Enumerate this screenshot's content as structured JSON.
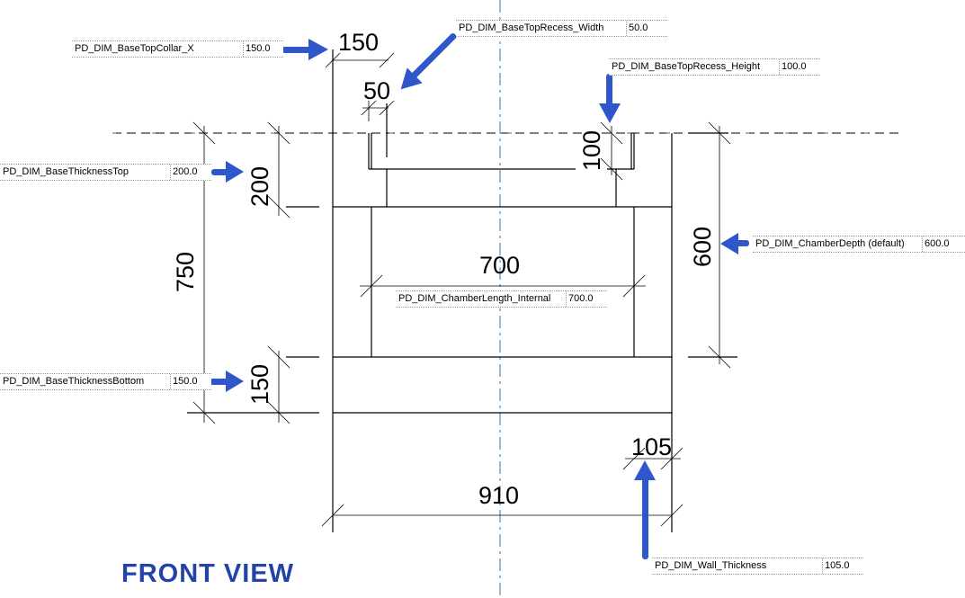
{
  "view_title": "FRONT VIEW",
  "dimensions": {
    "top_collar": "150",
    "recess_width": "50",
    "recess_height": "100",
    "thickness_top": "200",
    "overall_height": "750",
    "chamber_depth": "600",
    "chamber_length": "700",
    "thickness_bottom": "150",
    "wall_thickness": "105",
    "overall_length": "910"
  },
  "parameters": [
    {
      "name": "PD_DIM_BaseTopCollar_X",
      "value": "150.0"
    },
    {
      "name": "PD_DIM_BaseTopRecess_Width",
      "value": "50.0"
    },
    {
      "name": "PD_DIM_BaseTopRecess_Height",
      "value": "100.0"
    },
    {
      "name": "PD_DIM_BaseThicknessTop",
      "value": "200.0"
    },
    {
      "name": "PD_DIM_ChamberDepth (default)",
      "value": "600.0"
    },
    {
      "name": "PD_DIM_ChamberLength_Internal",
      "value": "700.0"
    },
    {
      "name": "PD_DIM_BaseThicknessBottom",
      "value": "150.0"
    },
    {
      "name": "PD_DIM_Wall_Thickness",
      "value": "105.0"
    }
  ],
  "colors": {
    "arrow": "#2f57c9",
    "centerline": "#2a7ab8",
    "title": "#2343a8"
  }
}
